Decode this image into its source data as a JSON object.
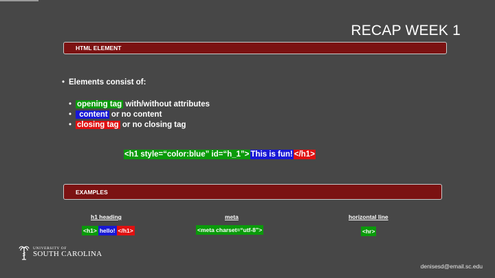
{
  "slide": {
    "title": "RECAP WEEK 1",
    "section1": "HTML  ELEMENT",
    "bullet_main": "Elements consist of:",
    "bullets": [
      {
        "tag": "opening tag",
        "rest": " with/without attributes"
      },
      {
        "tag": " content",
        "rest": " or no content"
      },
      {
        "tag": "closing tag",
        "rest": " or no closing tag"
      }
    ],
    "code_example": {
      "open": "<h1 style=“color:blue” id=“h_1”>",
      "content": "This is fun!",
      "close": "</h1>"
    },
    "section2": "EXAMPLES",
    "examples": [
      {
        "heading": "h1 heading",
        "open": "<h1>",
        "content": "hello!",
        "close": "</h1>"
      },
      {
        "heading": "meta",
        "code": "<meta charset=“utf-8”>"
      },
      {
        "heading": "horizontal line",
        "code": "<hr>"
      }
    ],
    "logo": {
      "top": "UNIVERSITY OF",
      "bottom": "SOUTH CAROLINA"
    },
    "footer_email": "denisesd@email.sc.edu",
    "colors": {
      "background": "#474747",
      "bar": "#7b1212",
      "green": "#0a9a0a",
      "blue": "#1818d6",
      "red": "#e01010"
    }
  }
}
